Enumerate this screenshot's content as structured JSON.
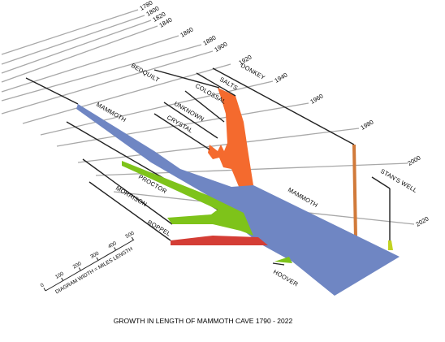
{
  "title": "GROWTH IN LENGTH OF MAMMOTH CAVE  1790 - 2022",
  "years": [
    "1780",
    "1800",
    "1820",
    "1840",
    "1860",
    "1880",
    "1900",
    "1920",
    "1940",
    "1960",
    "1980",
    "2000",
    "2020"
  ],
  "scale": {
    "ticks": [
      "0",
      "100",
      "200",
      "300",
      "400",
      "500"
    ],
    "caption": "DIAGRAM WIDTH = MILES LENGTH"
  },
  "branches": {
    "mammoth_upper": "MAMMOTH",
    "mammoth_main": "MAMMOTH",
    "bedquilt": "BEDQUILT",
    "salts": "SALTS",
    "colossal": "COLOSSAL",
    "unknown": "UNKNOWN",
    "crystal": "CRYSTAL",
    "donkey": "DONKEY",
    "proctor": "PROCTOR",
    "morrison": "MORRISON",
    "roppel": "ROPPEL",
    "hoover": "HOOVER",
    "stans_well": "STAN'S WELL"
  },
  "colors": {
    "mammoth": "#6f86c3",
    "salts_group": "#f46a2e",
    "proctor_group": "#7ec31a",
    "roppel": "#d43d35",
    "time_lines": "#a8a8a8"
  }
}
